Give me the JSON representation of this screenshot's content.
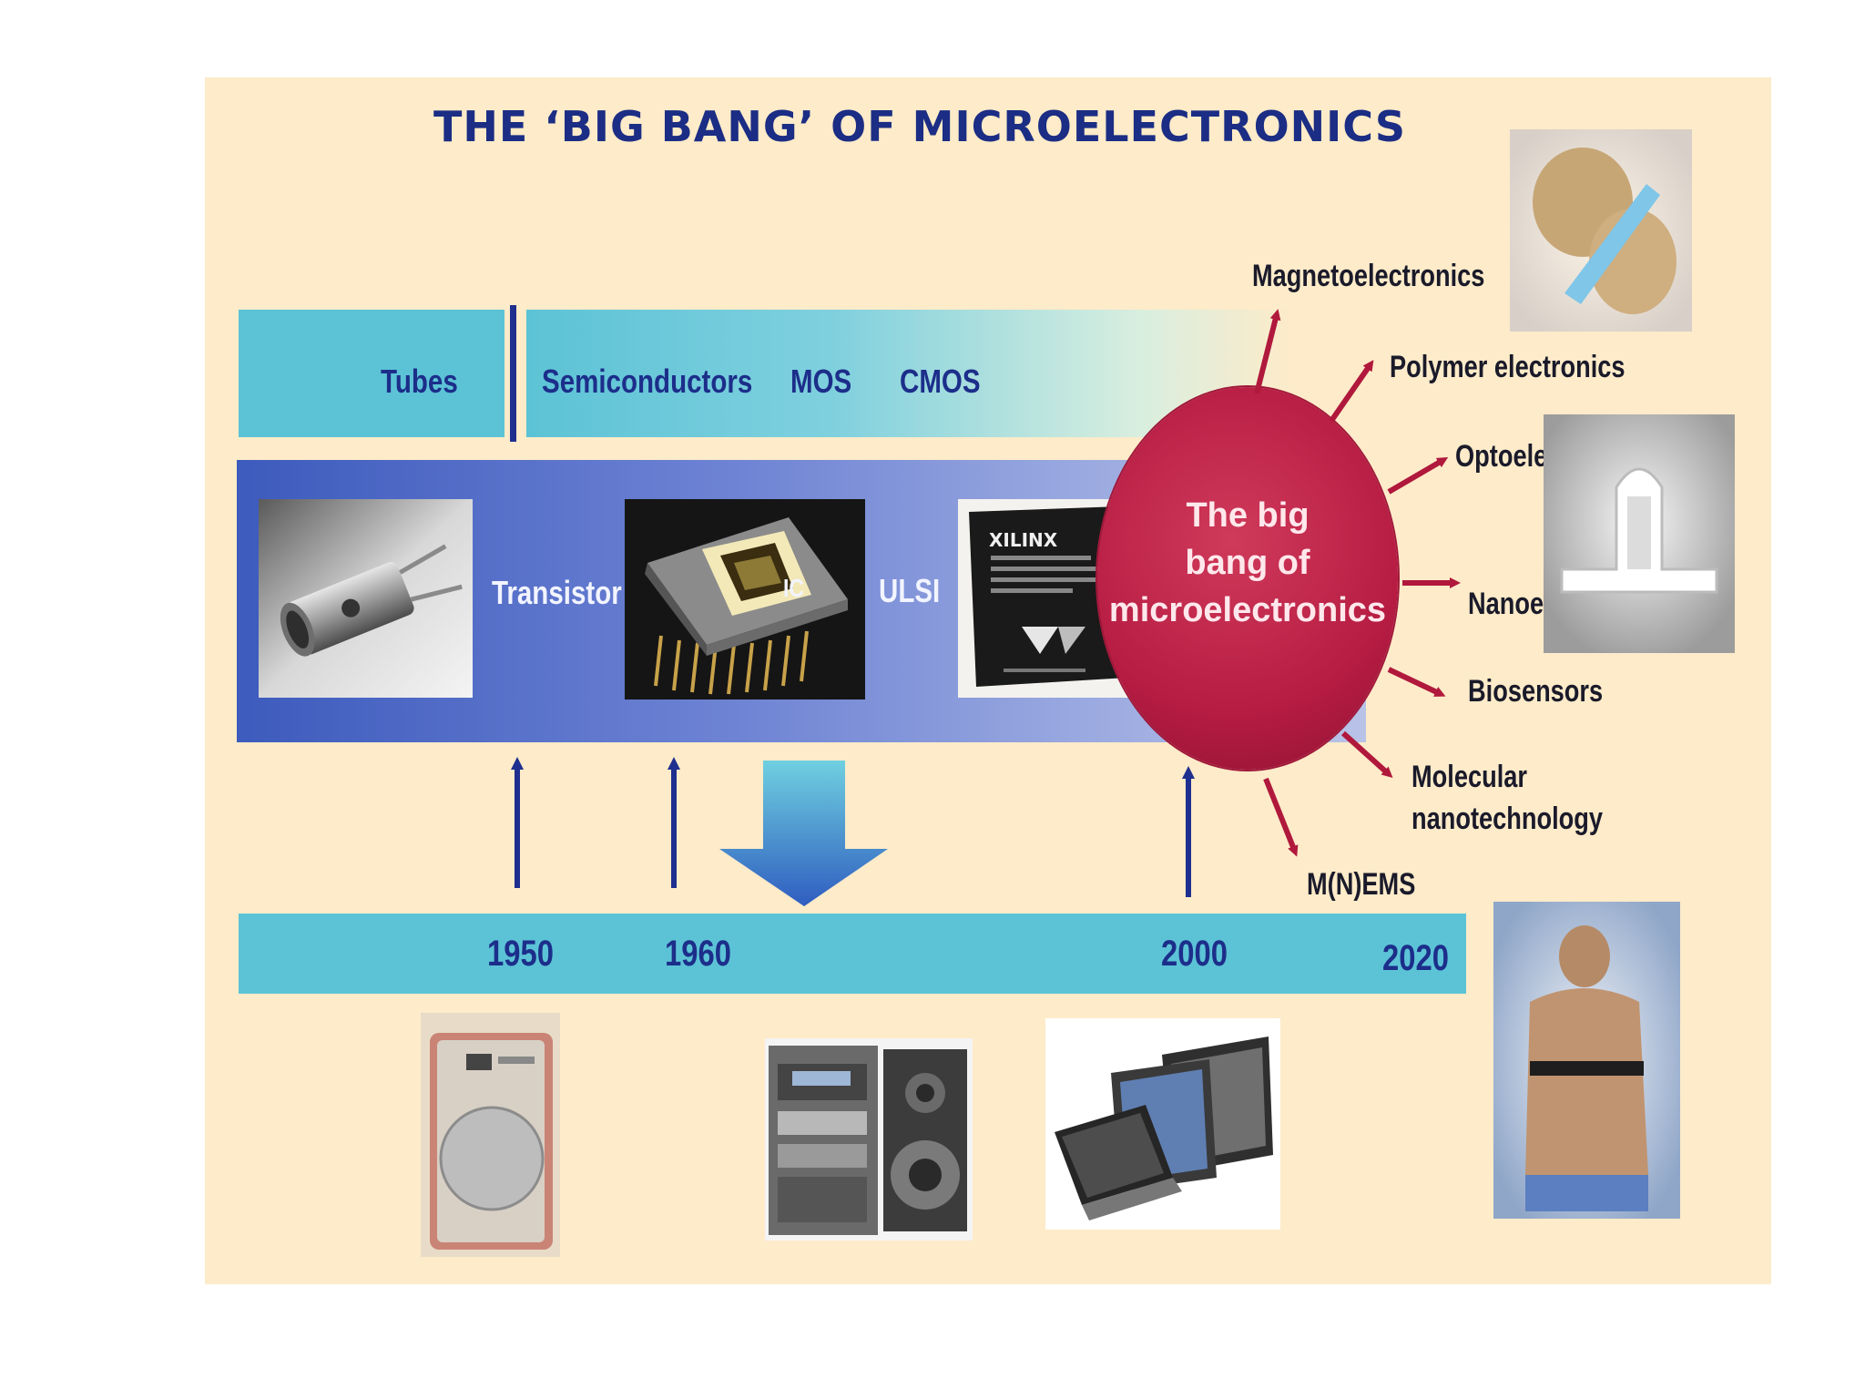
{
  "title": "THE ‘BIG BANG’ OF MICROELECTRONICS",
  "technology_band": {
    "left_label": "Tubes",
    "right_labels": [
      "Semiconductors",
      "MOS",
      "CMOS"
    ]
  },
  "component_strip": {
    "labels": [
      "Transistor",
      "IC",
      "ULSI"
    ],
    "chip_brand": "XILINX"
  },
  "big_bang": {
    "lines": [
      "The big",
      "bang of",
      "microelectronics"
    ]
  },
  "outcomes": [
    "Magnetoelectronics",
    "Polymer electronics",
    "Optoelectronics",
    "Nanoelectronics",
    "Biosensors",
    "Molecular",
    "nanotechnology",
    "M(N)EMS"
  ],
  "timeline": {
    "years": [
      "1950",
      "1960",
      "2000",
      "2020"
    ]
  },
  "colors": {
    "background": "#fdebc9",
    "band": "#5cc3d6",
    "strip": "#4f6bc8",
    "circle": "#b71c43",
    "arrow_up": "#1f2f8f",
    "arrow_out": "#b0183c"
  }
}
